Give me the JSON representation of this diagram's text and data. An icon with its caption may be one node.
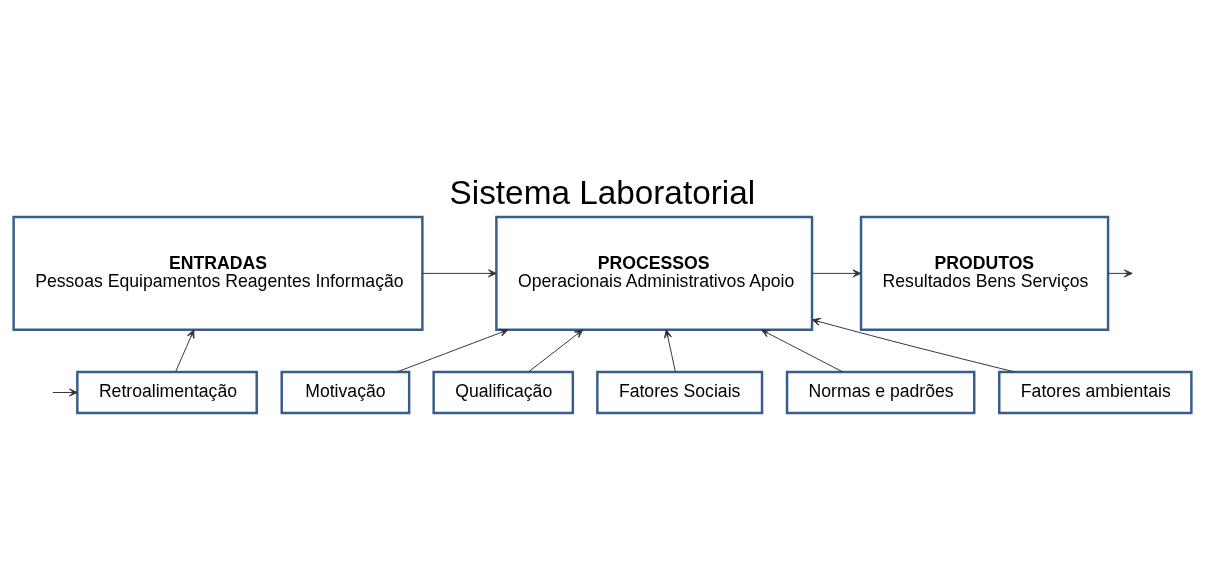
{
  "diagram": {
    "title": "Sistema Laboratorial",
    "nodes": [
      {
        "text": [
          "ENTRADAS",
          "Pessoas Equipamentos Reagentes Informação"
        ]
      },
      {
        "text": [
          "PROCESSOS",
          "Operacionais Administrativos Apoio"
        ]
      },
      {
        "text": [
          "PRODUTOS",
          "Resultados Bens Serviços"
        ]
      },
      {
        "text": [
          "Motivação"
        ]
      },
      {
        "text": [
          "Qualificação"
        ]
      },
      {
        "text": [
          "Fatores Sociais"
        ]
      },
      {
        "text": [
          "Normas e padrões"
        ]
      },
      {
        "text": [
          "Fatores ambientais"
        ]
      },
      {
        "text": [
          "Retroalimentação"
        ]
      }
    ],
    "edges": [
      {
        "from": 0,
        "to": 1,
        "arrow": "to"
      },
      {
        "from": 1,
        "to": 2,
        "arrow": "to"
      },
      {
        "from": 2,
        "to": null,
        "arrow": "to"
      },
      {
        "from": 3,
        "to": 1,
        "arrow": "to"
      },
      {
        "from": 4,
        "to": 1,
        "arrow": "to"
      },
      {
        "from": 5,
        "to": 1,
        "arrow": "to"
      },
      {
        "from": 6,
        "to": 1,
        "arrow": "to"
      },
      {
        "from": 7,
        "to": 1,
        "arrow": "to"
      },
      {
        "from": null,
        "to": 8,
        "arrow": "to"
      },
      {
        "from": 8,
        "to": 0,
        "arrow": "to"
      }
    ]
  }
}
